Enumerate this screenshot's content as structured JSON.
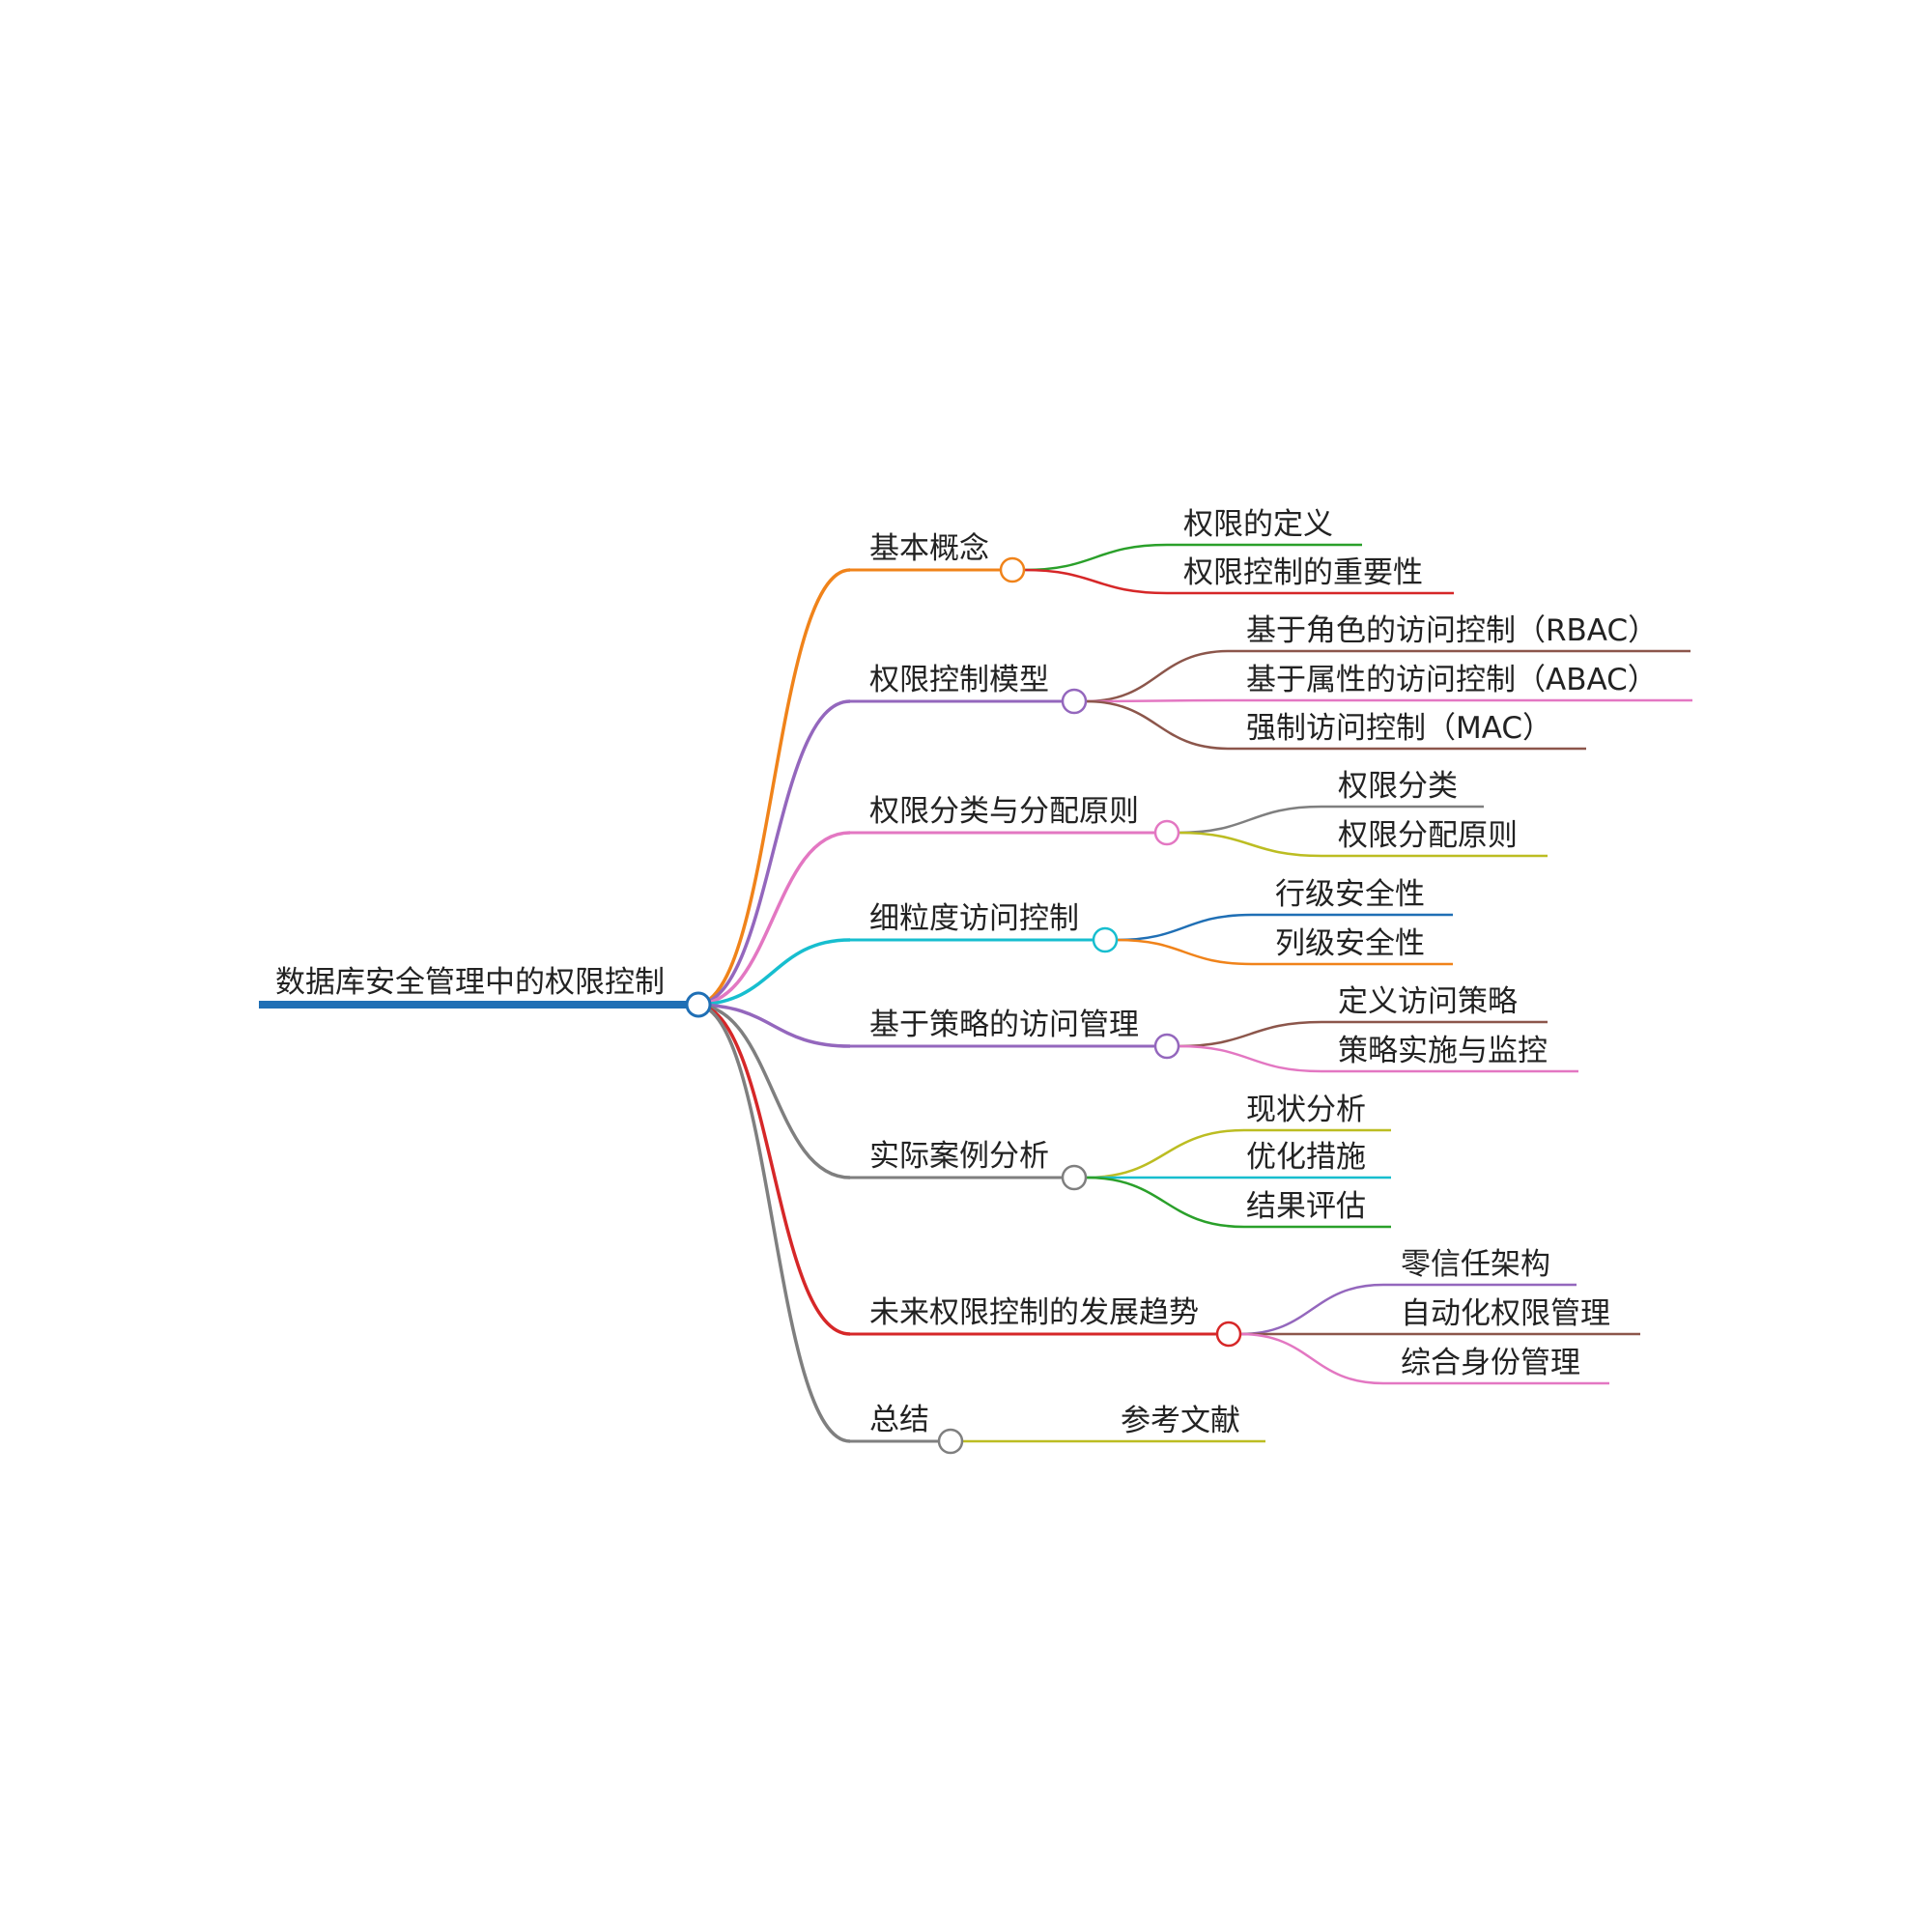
{
  "root": {
    "label": "数据库安全管理中的权限控制",
    "color": "#1f6fb5"
  },
  "branches": [
    {
      "label": "基本概念",
      "color": "#f0831a",
      "children": [
        {
          "label": "权限的定义",
          "color": "#2aa02a"
        },
        {
          "label": "权限控制的重要性",
          "color": "#d62728"
        }
      ]
    },
    {
      "label": "权限控制模型",
      "color": "#9467bd",
      "children": [
        {
          "label": "基于角色的访问控制（RBAC）",
          "color": "#8c564b"
        },
        {
          "label": "基于属性的访问控制（ABAC）",
          "color": "#e377c2"
        },
        {
          "label": "强制访问控制（MAC）",
          "color": "#8c564b"
        }
      ]
    },
    {
      "label": "权限分类与分配原则",
      "color": "#e377c2",
      "children": [
        {
          "label": "权限分类",
          "color": "#7f7f7f"
        },
        {
          "label": "权限分配原则",
          "color": "#bcbd22"
        }
      ]
    },
    {
      "label": "细粒度访问控制",
      "color": "#17becf",
      "children": [
        {
          "label": "行级安全性",
          "color": "#1f6fb5"
        },
        {
          "label": "列级安全性",
          "color": "#f0831a"
        }
      ]
    },
    {
      "label": "基于策略的访问管理",
      "color": "#9467bd",
      "children": [
        {
          "label": "定义访问策略",
          "color": "#8c564b"
        },
        {
          "label": "策略实施与监控",
          "color": "#e377c2"
        }
      ]
    },
    {
      "label": "实际案例分析",
      "color": "#7f7f7f",
      "children": [
        {
          "label": "现状分析",
          "color": "#bcbd22"
        },
        {
          "label": "优化措施",
          "color": "#17becf"
        },
        {
          "label": "结果评估",
          "color": "#2aa02a"
        }
      ]
    },
    {
      "label": "未来权限控制的发展趋势",
      "color": "#d62728",
      "children": [
        {
          "label": "零信任架构",
          "color": "#9467bd"
        },
        {
          "label": "自动化权限管理",
          "color": "#8c564b"
        },
        {
          "label": "综合身份管理",
          "color": "#e377c2"
        }
      ]
    },
    {
      "label": "总结",
      "color": "#7f7f7f",
      "children": [
        {
          "label": "参考文献",
          "color": "#bcbd22"
        }
      ]
    }
  ]
}
